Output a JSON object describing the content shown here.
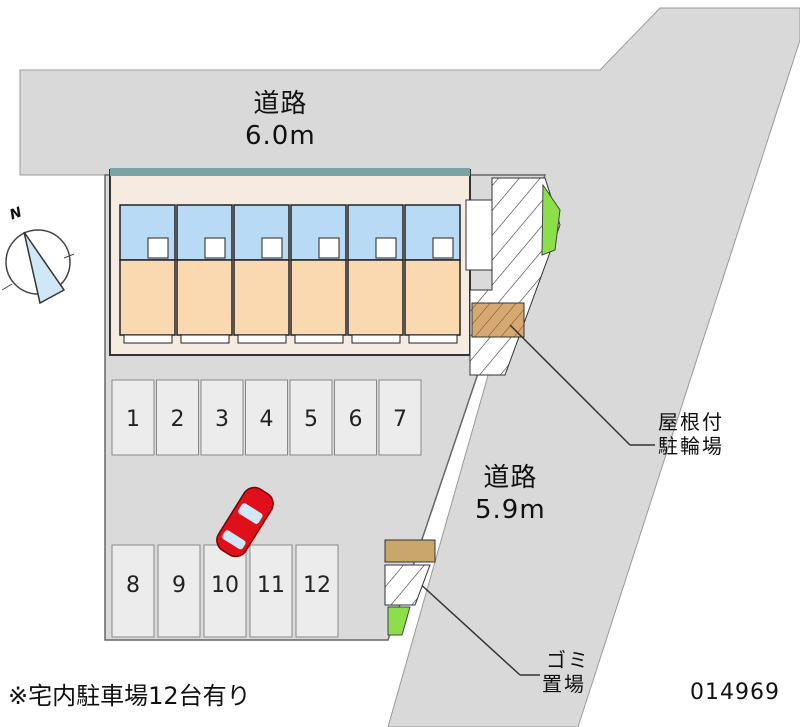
{
  "roads": [
    {
      "name": "道路",
      "width": "6.0m"
    },
    {
      "name": "道路",
      "width": "5.9m"
    }
  ],
  "compass": {
    "label": "N"
  },
  "parking_spaces": [
    "1",
    "2",
    "3",
    "4",
    "5",
    "6",
    "7",
    "8",
    "9",
    "10",
    "11",
    "12"
  ],
  "facilities": {
    "bicycle_parking": {
      "line1": "屋根付",
      "line2": "駐輪場"
    },
    "garbage": {
      "line1": "ゴミ",
      "line2": "置場"
    }
  },
  "footer": {
    "note": "※宅内駐車場12台有り",
    "property_id": "014969"
  },
  "colors": {
    "road": "#d9d9d9",
    "lot": "#dedede",
    "unit_wet": "#b9daf5",
    "unit_room": "#fbd9b0",
    "car": "#e0101a",
    "greenery": "#8be04a"
  }
}
